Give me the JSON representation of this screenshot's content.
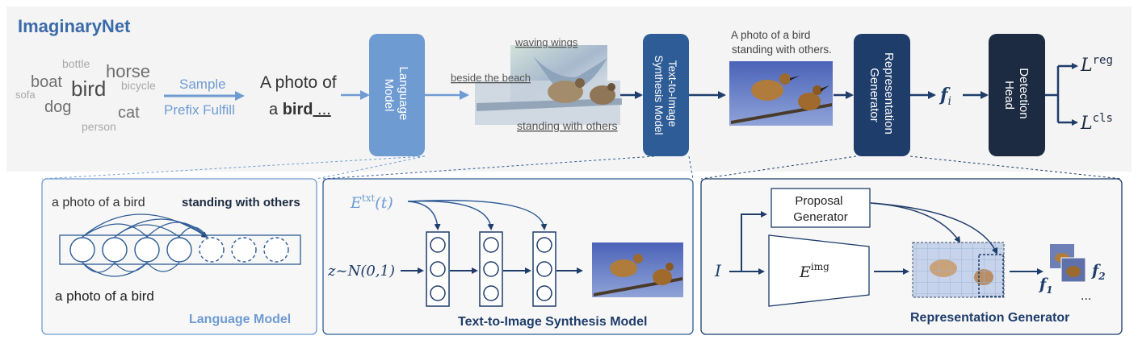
{
  "title": "ImaginaryNet",
  "word_cloud": {
    "words": [
      {
        "text": "bottle",
        "tone": "light"
      },
      {
        "text": "horse",
        "tone": "dark"
      },
      {
        "text": "boat",
        "tone": "dark"
      },
      {
        "text": "bird",
        "tone": "darkest"
      },
      {
        "text": "bicycle",
        "tone": "light"
      },
      {
        "text": "sofa",
        "tone": "light"
      },
      {
        "text": "dog",
        "tone": "dark"
      },
      {
        "text": "cat",
        "tone": "dark"
      },
      {
        "text": "person",
        "tone": "light"
      }
    ]
  },
  "sample": {
    "top": "Sample",
    "bottom": "Prefix Fulfill"
  },
  "prompt": {
    "line1": "A photo of",
    "line2_a": "a ",
    "line2_bold": "bird",
    "line2_c": " ..."
  },
  "blocks": {
    "language_model": [
      "Language",
      "Model"
    ],
    "t2i": [
      "Text-to-Image",
      "Synthesis Model"
    ],
    "rep_gen": [
      "Representation",
      "Generator"
    ],
    "det_head": [
      "Detection",
      "Head"
    ]
  },
  "collage_captions": {
    "waving": "waving wings",
    "beside": "beside the beach",
    "standing": "standing with others"
  },
  "bird_caption": [
    "A photo of a bird",
    "standing with others."
  ],
  "f_i": "f",
  "f_i_sub": "i",
  "loss": {
    "symbol": "L",
    "reg": "reg",
    "cls": "cls"
  },
  "panel_lm": {
    "top_plain": "a  photo of a bird",
    "top_bold": "standing with others",
    "bottom": "a  photo of a bird",
    "title": "Language Model"
  },
  "panel_t2i": {
    "etxt": "E",
    "etxt_sup": "txt",
    "etxt_arg": "(t)",
    "z": "z~N(0,1)",
    "title": "Text-to-Image Synthesis Model"
  },
  "panel_rg": {
    "proposal": [
      "Proposal",
      "Generator"
    ],
    "I": "I",
    "eimg": "E",
    "eimg_sup": "img",
    "f1": "f",
    "f1_sub": "1",
    "f2": "f",
    "f2_sub": "2",
    "dots": "...",
    "title": "Representation Generator"
  },
  "colors": {
    "dark_navy": "#1f3d6b",
    "mid_blue": "#2e5c96",
    "light_blue": "#6e9bd2",
    "darkest": "#1c2b41",
    "panel_bg": "#f4f4f4"
  }
}
